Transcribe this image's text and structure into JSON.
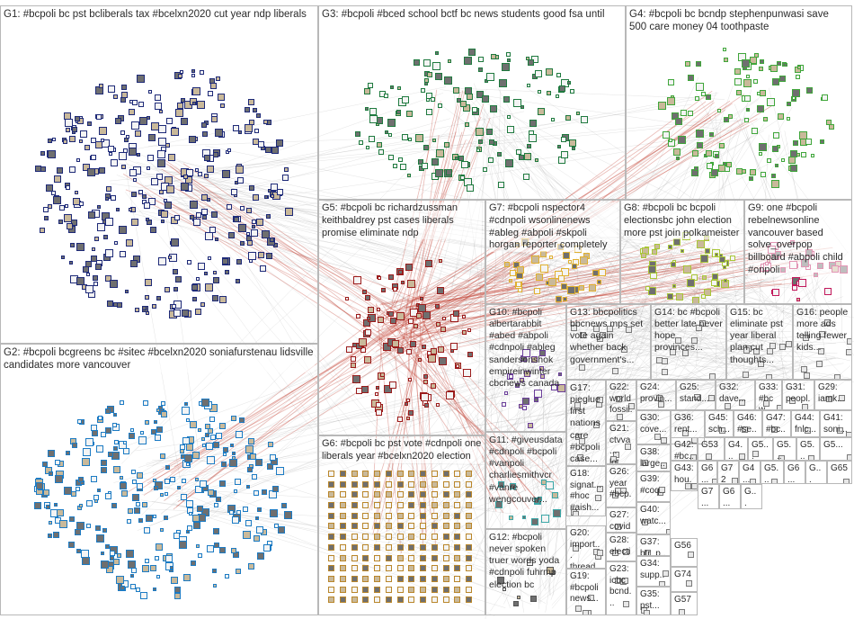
{
  "graph": {
    "background": "#ffffff",
    "groups": [
      {
        "id": "G1",
        "label": "G1: #bcpoli bc pst bcliberals tax #bcelxn2020 cut year ndp liberals",
        "color": "#1e2a78"
      },
      {
        "id": "G2",
        "label": "G2: #bcpoli bcgreens bc #sitec #bcelxn2020 soniafurstenau lidsville candidates more vancouver",
        "color": "#1c7bc4"
      },
      {
        "id": "G3",
        "label": "G3: #bcpoli #bced school bctf bc news students good fsa until",
        "color": "#1f7a3f"
      },
      {
        "id": "G4",
        "label": "G4: #bcpoli bc bcndp stephenpunwasi save 500 care money 04 toothpaste",
        "color": "#3fa63a"
      },
      {
        "id": "G5",
        "label": "G5: #bcpoli bc richardzussman keithbaldrey pst cases liberals promise eliminate ndp",
        "color": "#9b1c1c"
      },
      {
        "id": "G6",
        "label": "G6: #bcpoli bc pst vote #cdnpoli one liberals year #bcelxn2020 election",
        "color": "#b9862a"
      },
      {
        "id": "G7",
        "label": "G7: #bcpoli nspector4 #cdnpoli wsonlinenews #ableg #abpoli #skpoli horgan reporter completely",
        "color": "#e0b030"
      },
      {
        "id": "G8",
        "label": "G8: #bcpoli bc bcpoli electionsbc john election more pst join polkameister",
        "color": "#a9c637"
      },
      {
        "id": "G9",
        "label": "G9: one #bcpoli rebelnewsonline vancouver based solve_overpop billboard #abpoli child #onpoli",
        "color": "#c2185b"
      },
      {
        "id": "G10",
        "label": "G10: #bcpoli albertarabbit #abed #abpoli #cdnpoli #ableg sandersonshok empireinwinter cbcnews canada",
        "color": "#6a3d9a"
      },
      {
        "id": "G11",
        "label": "G11: #giveusdata #cdnpoli #bcpoli #vanpoli charliesmithvcr #vanre wengcouver...",
        "color": "#3aa6a6"
      },
      {
        "id": "G12",
        "label": "G12: #bcpoli never spoken truer words yoda #cdnpoli fuhrmp election bc",
        "color": "#555555"
      },
      {
        "id": "G13",
        "label": "G13: bbcpolitics bbcnews mps set vote again whether back government's...",
        "color": "#555555"
      },
      {
        "id": "G14",
        "label": "G14: bc #bcpoli better late never hope provinces...",
        "color": "#555555"
      },
      {
        "id": "G15",
        "label": "G15: bc eliminate pst year liberal plan cut thoughts...",
        "color": "#555555"
      },
      {
        "id": "G16",
        "label": "G16: people more ads telling fewer kids...",
        "color": "#555555"
      },
      {
        "id": "G17",
        "label": "G17: pieglue first nations care #bcpoli case...",
        "color": "#555555"
      },
      {
        "id": "G18",
        "label": "G18: signat... #hoc #aish...",
        "color": "#555555"
      },
      {
        "id": "G19",
        "label": "G19: #bcpoli news...",
        "color": "#555555"
      },
      {
        "id": "G20",
        "label": "G20: import... thread...",
        "color": "#555555"
      },
      {
        "id": "G21",
        "label": "G21: ctvva... lot...",
        "color": "#555555"
      },
      {
        "id": "G22",
        "label": "G22: world fossil...",
        "color": "#555555"
      },
      {
        "id": "G23",
        "label": "G23: icbc bcnd...",
        "color": "#555555"
      },
      {
        "id": "G24",
        "label": "G24: provin...",
        "color": "#555555"
      },
      {
        "id": "G25",
        "label": "G25: stand...",
        "color": "#555555"
      },
      {
        "id": "G26",
        "label": "G26: year #bcp...",
        "color": "#555555"
      },
      {
        "id": "G27",
        "label": "G27: covid...",
        "color": "#555555"
      },
      {
        "id": "G28",
        "label": "G28: electi...",
        "color": "#555555"
      },
      {
        "id": "G29",
        "label": "G29: iamk...",
        "color": "#555555"
      },
      {
        "id": "G30",
        "label": "G30: cove...",
        "color": "#555555"
      },
      {
        "id": "G31",
        "label": "G31: peopl...",
        "color": "#555555"
      },
      {
        "id": "G32",
        "label": "G32: dave...",
        "color": "#555555"
      },
      {
        "id": "G33",
        "label": "G33: #bcw...",
        "color": "#555555"
      },
      {
        "id": "G34",
        "label": "G34: supp...",
        "color": "#555555"
      },
      {
        "id": "G35",
        "label": "G35: pst...",
        "color": "#555555"
      },
      {
        "id": "G36",
        "label": "G36: rent...",
        "color": "#555555"
      },
      {
        "id": "G37",
        "label": "G37: btr_p...",
        "color": "#555555"
      },
      {
        "id": "G38",
        "label": "G38: large...",
        "color": "#555555"
      },
      {
        "id": "G39",
        "label": "G39: #coq...",
        "color": "#555555"
      },
      {
        "id": "G40",
        "label": "G40: watc...",
        "color": "#555555"
      },
      {
        "id": "G41",
        "label": "G41: soni...",
        "color": "#555555"
      },
      {
        "id": "G42",
        "label": "G42: #bc...",
        "color": "#555555"
      },
      {
        "id": "G43",
        "label": "G43: hou...",
        "color": "#555555"
      },
      {
        "id": "G44",
        "label": "G44: fnlc...",
        "color": "#555555"
      },
      {
        "id": "G45",
        "label": "G45: sch...",
        "color": "#555555"
      },
      {
        "id": "G46",
        "label": "G46: #se...",
        "color": "#555555"
      },
      {
        "id": "G47",
        "label": "G47: #bc...",
        "color": "#555555"
      },
      {
        "id": "G48",
        "label": "G4...",
        "color": "#555555"
      },
      {
        "id": "G49",
        "label": "G5...",
        "color": "#555555"
      },
      {
        "id": "G50",
        "label": "G5...",
        "color": "#555555"
      },
      {
        "id": "G51",
        "label": "G5...",
        "color": "#555555"
      },
      {
        "id": "G52",
        "label": "G5...",
        "color": "#555555"
      },
      {
        "id": "G53",
        "label": "G53",
        "color": "#555555"
      },
      {
        "id": "G54",
        "label": "G4...",
        "color": "#555555"
      },
      {
        "id": "G55",
        "label": "G5...",
        "color": "#555555"
      },
      {
        "id": "G56",
        "label": "G56",
        "color": "#555555"
      },
      {
        "id": "G57",
        "label": "G57",
        "color": "#555555"
      },
      {
        "id": "G60",
        "label": "G6...",
        "color": "#555555"
      },
      {
        "id": "G65",
        "label": "G65",
        "color": "#555555"
      },
      {
        "id": "G72",
        "label": "G72",
        "color": "#555555"
      },
      {
        "id": "G74",
        "label": "G74",
        "color": "#555555"
      }
    ],
    "cell_labels_extra": [
      "G6...",
      "G...",
      "G7...",
      "G6...",
      "G..."
    ]
  }
}
